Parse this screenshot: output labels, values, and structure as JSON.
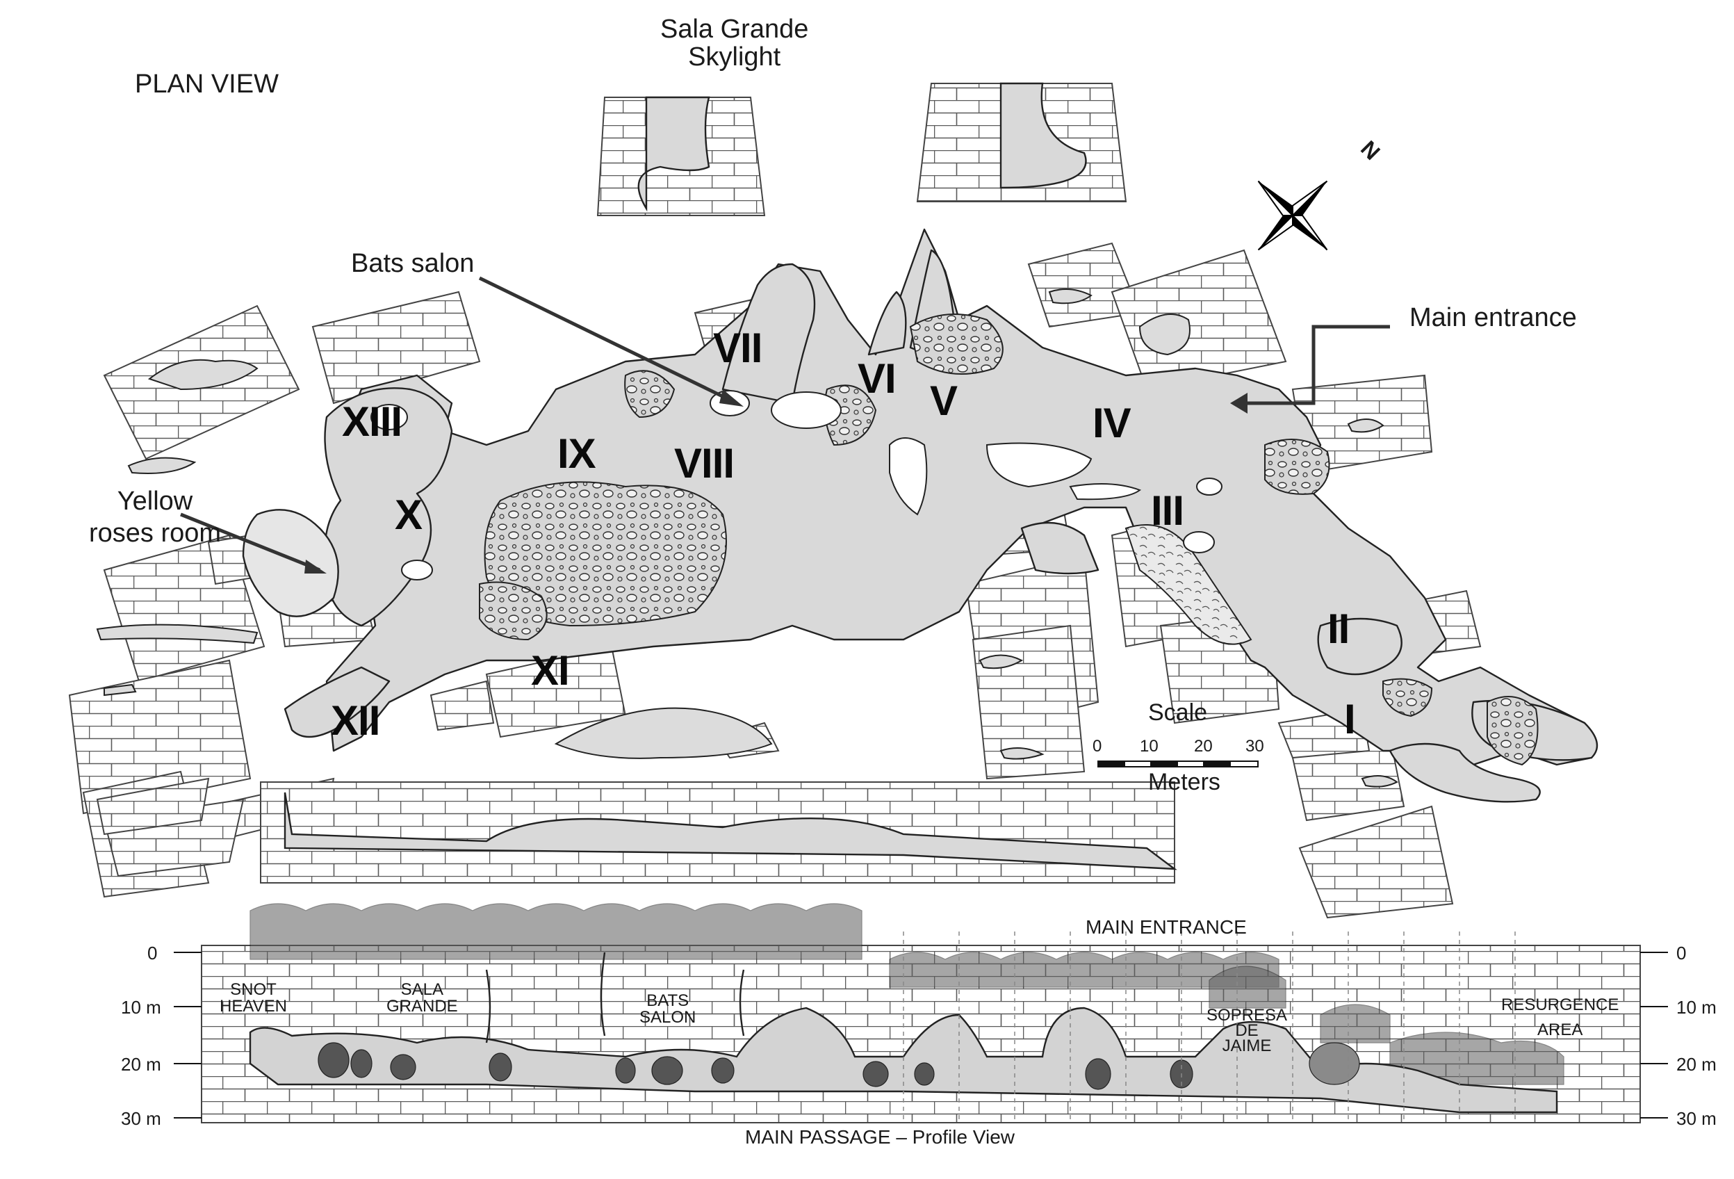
{
  "plan": {
    "title": "PLAN VIEW",
    "skylight_label": [
      "Sala Grande",
      "Skylight"
    ],
    "callouts": {
      "bats_salon": "Bats salon",
      "yellow_roses": [
        "Yellow",
        "roses room"
      ],
      "main_entrance": "Main entrance"
    },
    "compass": {
      "north": "N"
    },
    "rooms": [
      "I",
      "II",
      "III",
      "IV",
      "V",
      "VI",
      "VII",
      "VIII",
      "IX",
      "X",
      "XI",
      "XII",
      "XIII"
    ],
    "scale": {
      "title": "Scale",
      "ticks": [
        "0",
        "10",
        "20",
        "30"
      ],
      "unit": "Meters"
    }
  },
  "profile": {
    "header": "MAIN ENTRANCE",
    "caption": "MAIN PASSAGE – Profile View",
    "depth_left": [
      "0",
      "10 m",
      "20 m",
      "30 m"
    ],
    "depth_right": [
      "0",
      "10 m",
      "20 m",
      "30 m"
    ],
    "sections": [
      [
        "SNOT",
        "HEAVEN"
      ],
      [
        "SALA",
        "GRANDE"
      ],
      [
        "BATS",
        "SALON"
      ],
      [
        "SOPRESA",
        "DE",
        "JAIME"
      ],
      [
        "RESURGENCE",
        "AREA"
      ]
    ]
  }
}
